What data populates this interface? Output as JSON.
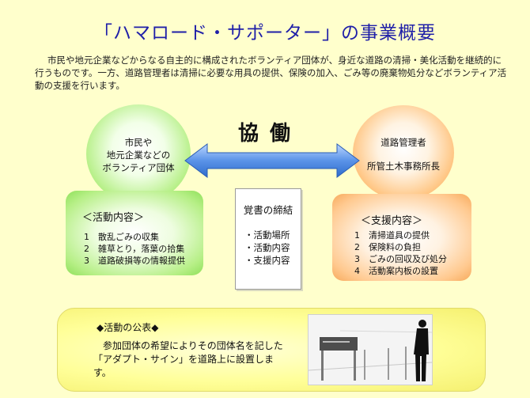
{
  "title": "「ハマロード・サポーター」の事業概要",
  "intro": "市民や地元企業などからなる自主的に構成されたボランティア団体が、身近な道路の清掃・美化活動を継続的に行うものです。一方、道路管理者は清掃に必要な用具の提供、保険の加入、ごみ等の廃棄物処分などボランティア活動の支援を行います。",
  "center_label": "協働",
  "left": {
    "circle_lines": [
      "市民や",
      "地元企業などの",
      "ボランティア団体"
    ],
    "box_title": "＜活動内容＞",
    "box_items": [
      "1　散乱ごみの収集",
      "2　雑草とり，落葉の拾集",
      "3　道路破損等の情報提供"
    ]
  },
  "right": {
    "circle_lines": [
      "道路管理者",
      "所管土木事務所長"
    ],
    "box_title": "＜支援内容＞",
    "box_items": [
      "1　清掃道具の提供",
      "2　保険料の負担",
      "3　ごみの回収及び処分",
      "4　活動案内板の設置"
    ]
  },
  "middle": {
    "title": "覚書の締結",
    "items": [
      "・活動場所",
      "・活動内容",
      "・支援内容"
    ]
  },
  "bottom": {
    "title": "◆活動の公表◆",
    "text": "参加団体の希望によりその団体名を記した「アダプト・サイン」を道路上に設置します。"
  },
  "colors": {
    "title": "#1f1fa8",
    "arrow": "#4a86e0",
    "green": "#8fe05a",
    "orange": "#f4a24a",
    "background": "#ffffcc"
  }
}
